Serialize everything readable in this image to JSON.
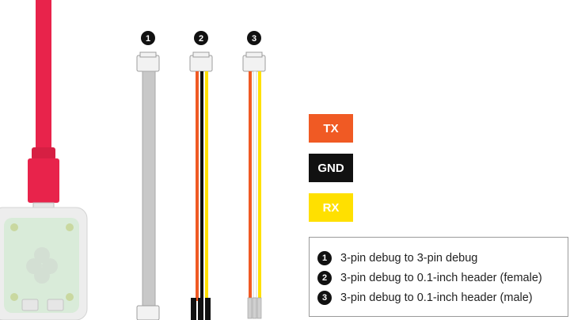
{
  "cables": [
    {
      "number": "1"
    },
    {
      "number": "2"
    },
    {
      "number": "3"
    }
  ],
  "pins": [
    {
      "label": "TX",
      "color": "#f05a24",
      "text_color": "#ffffff"
    },
    {
      "label": "GND",
      "color": "#111111",
      "text_color": "#ffffff"
    },
    {
      "label": "RX",
      "color": "#ffe000",
      "text_color": "#ffffff"
    }
  ],
  "legend": {
    "items": [
      {
        "number": "1",
        "text": "3-pin debug to 3-pin debug"
      },
      {
        "number": "2",
        "text": "3-pin debug to 0.1-inch header (female)"
      },
      {
        "number": "3",
        "text": "3-pin debug to 0.1-inch header (male)"
      }
    ]
  },
  "colors": {
    "usb_cable": "#e8234b",
    "debug_probe_case": "#dcdcdc",
    "debug_probe_board": "#cfe8cf",
    "grey_cable": "#c8c8c8",
    "connector": "#d6d6d6"
  }
}
